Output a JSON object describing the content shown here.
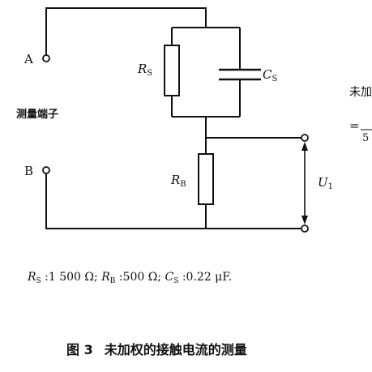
{
  "labels": {
    "terminal_a": "A",
    "terminal_b": "B",
    "measure_terminal": "测量端子",
    "rs_main": "R",
    "rs_sub": "S",
    "cs_main": "C",
    "cs_sub": "S",
    "rb_main": "R",
    "rb_sub": "B",
    "u1_main": "U",
    "u1_sub": "1"
  },
  "values_line": {
    "rs_main": "R",
    "rs_sub": "S",
    "rs_value": " :1 500 Ω;  ",
    "rb_main": "R",
    "rb_sub": "B",
    "rb_value": " :500 Ω;  ",
    "cs_main": "C",
    "cs_sub": "S",
    "cs_value": " :0.22 μF."
  },
  "caption": {
    "figure_no": "图 3",
    "title": "未加权的接触电流的测量"
  },
  "side_text": {
    "top": "未加",
    "middle": "=",
    "bottom": "5"
  }
}
